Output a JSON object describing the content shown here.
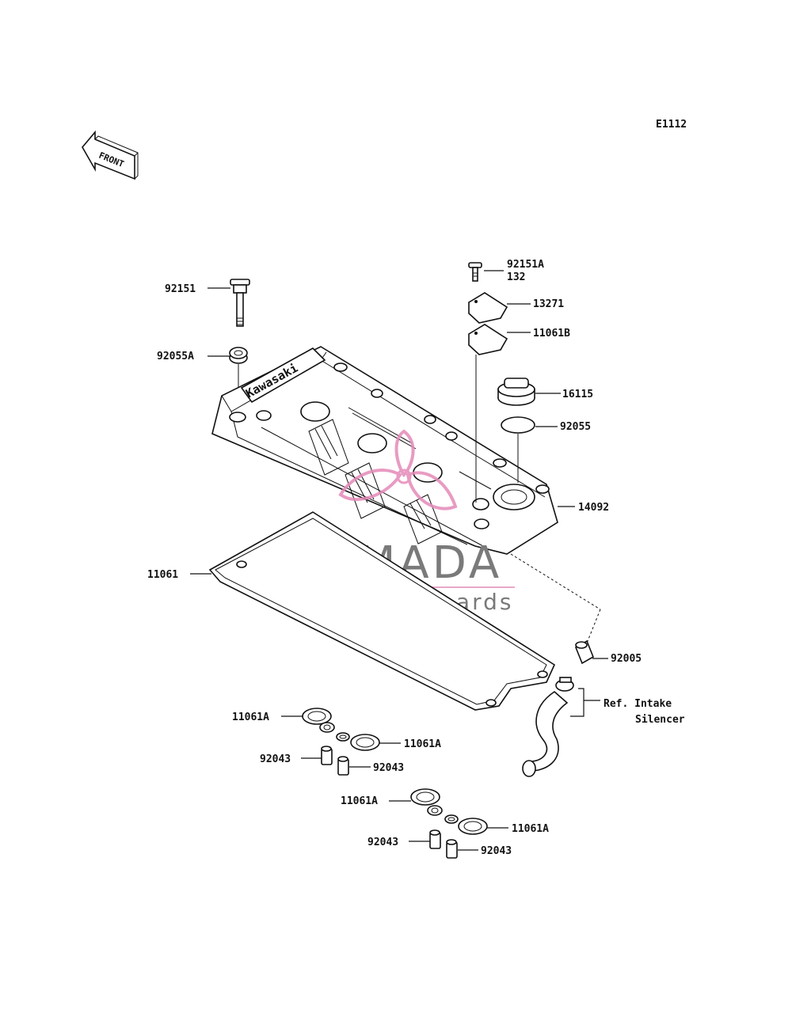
{
  "diagram_code": "E1112",
  "front_label": "FRONT",
  "cover_brand": "Kawasaki",
  "watermark": {
    "title": "ARMADA",
    "subtitle": "marine outboards",
    "logo_icon": "propeller-logo-icon",
    "accent_color": "#e48ab8"
  },
  "parts": {
    "p92151": "92151",
    "p92055A": "92055A",
    "p92151A": "92151A",
    "p132": "132",
    "p13271": "13271",
    "p11061B": "11061B",
    "p16115": "16115",
    "p92055": "92055",
    "p14092": "14092",
    "p11061": "11061",
    "p92005": "92005",
    "ref_line1": "Ref. Intake",
    "ref_line2": "Silencer",
    "p11061A_1": "11061A",
    "p11061A_2": "11061A",
    "p92043_1": "92043",
    "p92043_2": "92043",
    "p11061A_3": "11061A",
    "p11061A_4": "11061A",
    "p92043_3": "92043",
    "p92043_4": "92043"
  }
}
